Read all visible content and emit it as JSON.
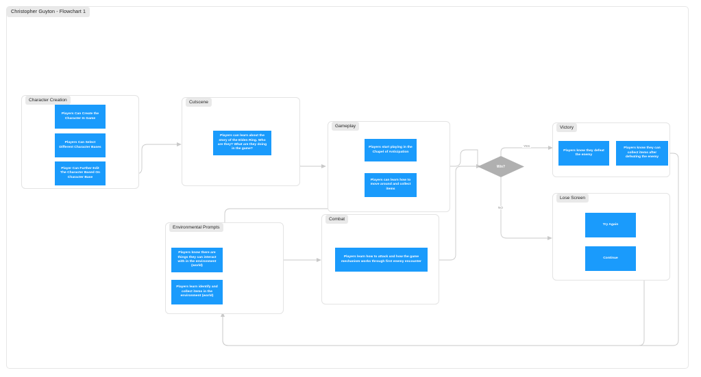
{
  "document": {
    "title": "Christopher Guyton - Flowchart 1"
  },
  "colors": {
    "node_fill": "#1a9bfc",
    "node_text": "#ffffff",
    "decision_fill": "#b0b0b0",
    "group_border": "#e3e3e3",
    "group_label_bg": "#e9e9e9",
    "connector": "#c9c9c9",
    "canvas": "#ffffff"
  },
  "groups": [
    {
      "id": "character-creation",
      "label": "Character Creation"
    },
    {
      "id": "cutscene",
      "label": "Cutscene"
    },
    {
      "id": "gameplay",
      "label": "Gameplay"
    },
    {
      "id": "victory",
      "label": "Victory"
    },
    {
      "id": "lose-screen",
      "label": "Lose Screen"
    },
    {
      "id": "environmental-prompts",
      "label": "Environmental Prompts"
    },
    {
      "id": "combat",
      "label": "Combat"
    }
  ],
  "nodes": {
    "character_creation": [
      {
        "id": "cc1",
        "text": "Players Can Create the Character In Game"
      },
      {
        "id": "cc2",
        "text": "Players Can Select Different Character Bases"
      },
      {
        "id": "cc3",
        "text": "Player Can Further Edit The Character Based On Character Base"
      }
    ],
    "cutscene": [
      {
        "id": "cs1",
        "text": "Players can learn about the story of the Elden Ring. Who are they? What are they doing in the game?"
      }
    ],
    "gameplay": [
      {
        "id": "gp1",
        "text": "Players start playing in the Chapel of Anticipation"
      },
      {
        "id": "gp2",
        "text": "Players can learn how to move around and collect items"
      }
    ],
    "victory": [
      {
        "id": "v1",
        "text": "Players know they defeat the enemy"
      },
      {
        "id": "v2",
        "text": "Players know they can collect items after defeating the enemy"
      }
    ],
    "lose_screen": [
      {
        "id": "ls1",
        "text": "Try Again"
      },
      {
        "id": "ls2",
        "text": "Continue"
      }
    ],
    "environmental_prompts": [
      {
        "id": "ep1",
        "text": "Players know there are things they can interact with in the environment (world)"
      },
      {
        "id": "ep2",
        "text": "Players learn identify and collect items in the environment (world)"
      }
    ],
    "combat": [
      {
        "id": "cb1",
        "text": "Players learn how to attack and how the game mechanism works through first enemy encounter"
      }
    ]
  },
  "decision": {
    "id": "win-decision",
    "label": "Win?",
    "branches": [
      {
        "id": "yes",
        "label": "YES"
      },
      {
        "id": "no",
        "label": "NO"
      }
    ]
  }
}
